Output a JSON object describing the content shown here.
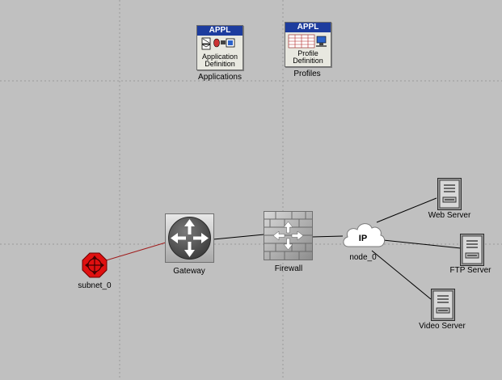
{
  "canvas": {
    "background": "#c0c0c0",
    "gridline_color": "#9a9a9a",
    "link_color": "#000000",
    "subnet_link_color": "#a01c1c"
  },
  "nodes": {
    "app_def": {
      "badge": "APPL",
      "line1": "Application",
      "line2": "Definition",
      "label": "Applications",
      "icon": "application-definition-icon"
    },
    "profile_def": {
      "badge": "APPL",
      "line1": "Profile",
      "line2": "Definition",
      "label": "Profiles",
      "icon": "profile-definition-icon"
    },
    "subnet": {
      "label": "subnet_0",
      "icon": "subnet-icon",
      "color": "#e01010"
    },
    "gateway": {
      "label": "Gateway",
      "icon": "router-icon"
    },
    "firewall": {
      "label": "Firewall",
      "icon": "firewall-icon"
    },
    "cloud": {
      "text": "IP",
      "label": "node_0",
      "icon": "ip-cloud-icon"
    },
    "web_server": {
      "label": "Web Server",
      "icon": "server-icon"
    },
    "ftp_server": {
      "label": "FTP Server",
      "icon": "server-icon"
    },
    "video_server": {
      "label": "Video Server",
      "icon": "server-icon"
    }
  }
}
